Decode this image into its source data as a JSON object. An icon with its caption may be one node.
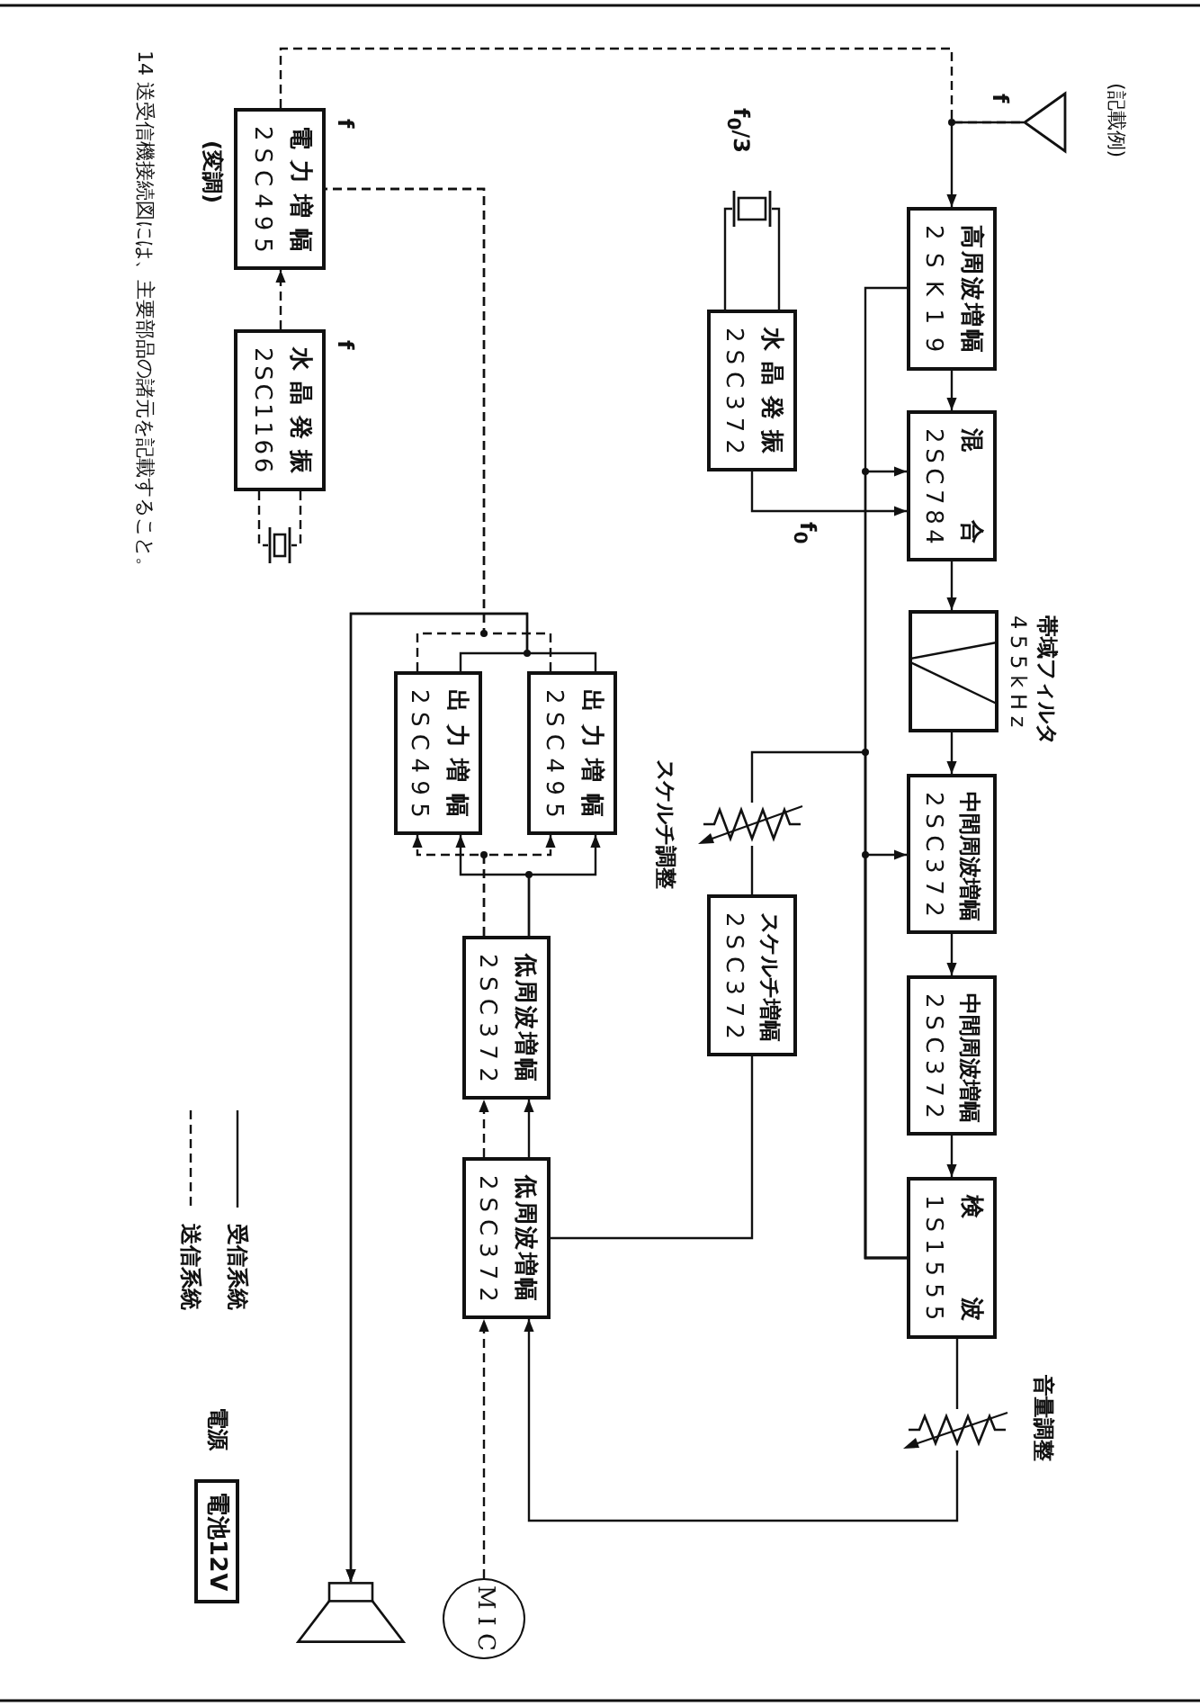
{
  "diagram": {
    "nodes": [
      {
        "text": [],
        "shape": "antenna"
      },
      {
        "text": [
          "高周波増幅",
          "2SK19"
        ]
      },
      {
        "text": [
          "混合",
          "2SC784"
        ]
      },
      {
        "text": [
          "帯域フィルタ",
          "455kHz"
        ]
      },
      {
        "text": [
          "中間周波増幅",
          "2SC372"
        ]
      },
      {
        "text": [
          "中間周波増幅",
          "2SC372"
        ]
      },
      {
        "text": [
          "検波",
          "1S1555"
        ]
      },
      {
        "text": [],
        "shape": "resistor",
        "beside": [
          "音量調整"
        ]
      },
      {
        "text": [],
        "shape": "crystal",
        "beside": [
          "f$_{0}$/3"
        ]
      },
      {
        "text": [
          "水晶発振",
          "2SC372"
        ]
      },
      {
        "text": [],
        "shape": "resistor",
        "beside": [
          "スケルチ調整"
        ]
      },
      {
        "text": [
          "スケルチ増幅",
          "2SC372"
        ]
      },
      {
        "text": [
          "電力増幅",
          "2SC495"
        ],
        "beside": [
          "f",
          "(変調)"
        ]
      },
      {
        "text": [
          "水晶発振",
          "2SC1166"
        ],
        "beside": [
          "f"
        ]
      },
      {
        "text": [],
        "shape": "crystal"
      },
      {
        "text": [
          "出力増幅",
          "2SC495"
        ]
      },
      {
        "text": [
          "出力増幅",
          "2SC495"
        ]
      },
      {
        "text": [
          "低周波増幅",
          "2SC372"
        ]
      },
      {
        "text": [
          "低周波増幅",
          "2SC372"
        ]
      },
      {
        "text": [],
        "shape": "speaker"
      },
      {
        "text": [
          "MIC"
        ]
      },
      {
        "text": [
          "電池12V"
        ],
        "beside": [
          "電源"
        ]
      }
    ],
    "edges": [
      {
        "from": 0,
        "to": 1,
        "arrow": "to",
        "label": "f"
      },
      {
        "from": 1,
        "to": 2,
        "arrow": "to"
      },
      {
        "from": 2,
        "to": 3,
        "arrow": "to"
      },
      {
        "from": 3,
        "to": 4,
        "arrow": "to"
      },
      {
        "from": 4,
        "to": 5,
        "arrow": "to"
      },
      {
        "from": 5,
        "to": 6,
        "arrow": "to"
      },
      {
        "from": 6,
        "to": 7,
        "arrow": "none"
      },
      {
        "from": 7,
        "to": 18,
        "arrow": "to"
      },
      {
        "from": 6,
        "to": 1,
        "arrow": "none"
      },
      {
        "from": 6,
        "to": 2,
        "arrow": "to"
      },
      {
        "from": 6,
        "to": 4,
        "arrow": "to"
      },
      {
        "from": 6,
        "to": 10,
        "arrow": "none"
      },
      {
        "from": 10,
        "to": 11,
        "arrow": "none"
      },
      {
        "from": 11,
        "to": 18,
        "arrow": "none"
      },
      {
        "from": 8,
        "to": 9,
        "arrow": "none"
      },
      {
        "from": 9,
        "to": 2,
        "arrow": "to",
        "label": "f$_{0}$"
      },
      {
        "from": 18,
        "to": 17,
        "arrow": "to"
      },
      {
        "from": 17,
        "to": 15,
        "arrow": "to"
      },
      {
        "from": 17,
        "to": 16,
        "arrow": "to"
      },
      {
        "from": 15,
        "to": 19,
        "arrow": "to"
      },
      {
        "from": 16,
        "to": 19,
        "arrow": "to"
      },
      {
        "from": 20,
        "to": 18,
        "arrow": "to",
        "style": "dashed"
      },
      {
        "from": 18,
        "to": 17,
        "arrow": "to",
        "style": "dashed"
      },
      {
        "from": 17,
        "to": 15,
        "arrow": "to",
        "style": "dashed"
      },
      {
        "from": 17,
        "to": 16,
        "arrow": "to",
        "style": "dashed"
      },
      {
        "from": 15,
        "to": 12,
        "arrow": "none",
        "style": "dashed"
      },
      {
        "from": 16,
        "to": 12,
        "arrow": "none",
        "style": "dashed"
      },
      {
        "from": 14,
        "to": 13,
        "arrow": "none",
        "style": "dashed"
      },
      {
        "from": 13,
        "to": 12,
        "arrow": "to",
        "style": "dashed"
      },
      {
        "from": 12,
        "to": 0,
        "arrow": "none",
        "style": "dashed"
      }
    ],
    "labels": [
      "(記載例)",
      "14 送受信機接続図には、主要部品の諸元を記載すること。"
    ],
    "legend": [
      {
        "text": "受信系統"
      },
      {
        "text": "送信系統"
      }
    ]
  }
}
